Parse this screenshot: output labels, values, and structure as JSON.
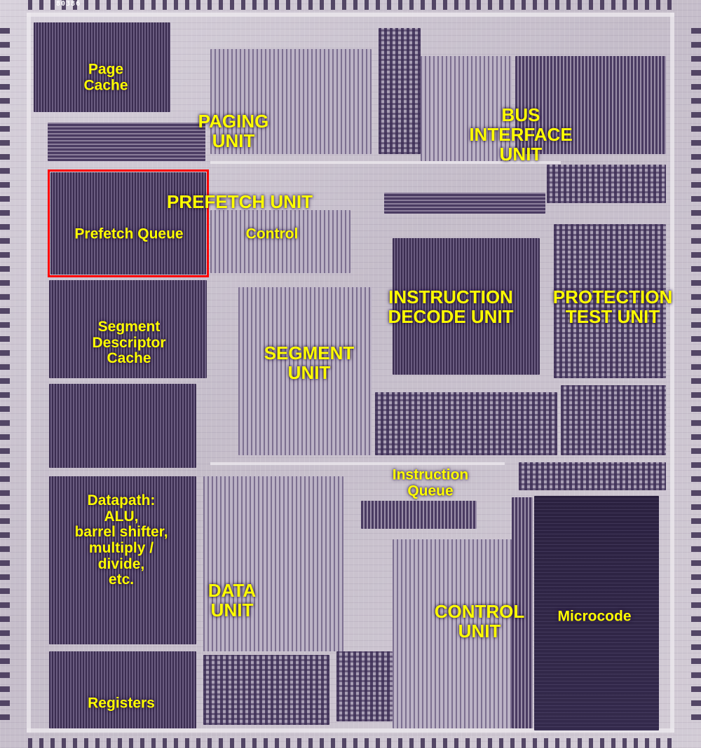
{
  "chip_marking": "80386",
  "highlight_color": "#ff0000",
  "label_color": "#ffff00",
  "labels": {
    "page_cache": "Page\nCache",
    "paging_unit": "PAGING\nUNIT",
    "bus_interface_unit": "BUS\nINTERFACE\nUNIT",
    "prefetch_unit": "PREFETCH UNIT",
    "prefetch_queue": "Prefetch Queue",
    "control": "Control",
    "instruction_decode_unit": "INSTRUCTION\nDECODE UNIT",
    "protection_test_unit": "PROTECTION\nTEST UNIT",
    "segment_descriptor_cache": "Segment\nDescriptor\nCache",
    "segment_unit": "SEGMENT\nUNIT",
    "instruction_queue": "Instruction\nQueue",
    "datapath": "Datapath:\nALU,\nbarrel shifter,\nmultiply /\ndivide,\netc.",
    "data_unit": "DATA\nUNIT",
    "control_unit": "CONTROL\nUNIT",
    "microcode": "Microcode",
    "registers": "Registers"
  }
}
